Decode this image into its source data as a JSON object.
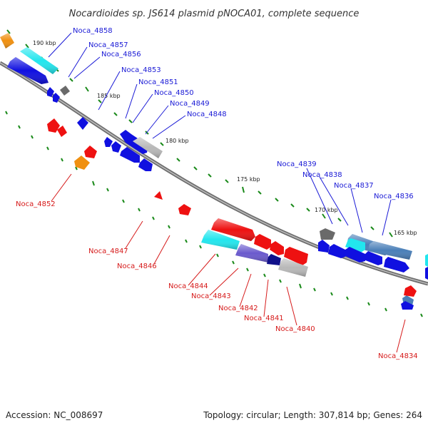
{
  "title": "Nocardioides sp. JS614 plasmid pNOCA01, complete sequence",
  "footer": {
    "accession": "Accession: NC_008697",
    "summary": "Topology: circular; Length: 307,814 bp; Genes: 264"
  },
  "scale_labels": [
    "190 kbp",
    "185 kbp",
    "180 kbp",
    "175 kbp",
    "170 kbp",
    "165 kbp"
  ],
  "colors": {
    "blue_label": "#1a1ad6",
    "red_label": "#d61a1a",
    "blue_gene": "#1010e0",
    "red_gene": "#ee1111",
    "cyan_gene": "#22e6ee",
    "steel_gene": "#4a7fb8",
    "gray_gene": "#b8b8b8",
    "dark_gene": "#6a6a6a",
    "orange_gene": "#f09010",
    "purple_gene": "#6a5acd",
    "backbone": "#7a7a7a",
    "tick": "#1a8a1a"
  },
  "gene_labels_forward": [
    "Noca_4858",
    "Noca_4857",
    "Noca_4856",
    "Noca_4853",
    "Noca_4851",
    "Noca_4850",
    "Noca_4849",
    "Noca_4848",
    "Noca_4839",
    "Noca_4838",
    "Noca_4837",
    "Noca_4836"
  ],
  "gene_labels_reverse": [
    "Noca_4852",
    "Noca_4847",
    "Noca_4846",
    "Noca_4844",
    "Noca_4843",
    "Noca_4842",
    "Noca_4841",
    "Noca_4840",
    "Noca_4834"
  ]
}
